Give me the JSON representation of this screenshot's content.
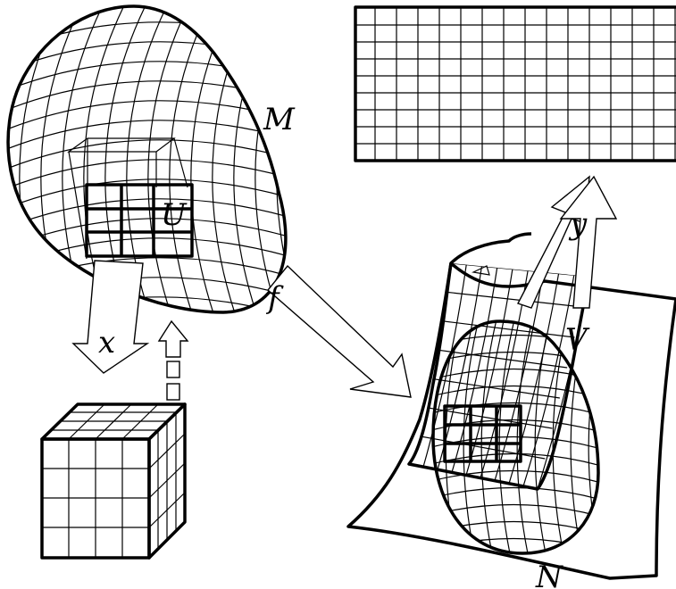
{
  "labels": {
    "manifold_m": "M",
    "manifold_n": "N",
    "chart_u": "U",
    "chart_v": "V",
    "map_f": "f",
    "chart_map_x": "x",
    "chart_map_y": "y"
  },
  "colors": {
    "stroke": "#000000",
    "background": "#ffffff"
  }
}
